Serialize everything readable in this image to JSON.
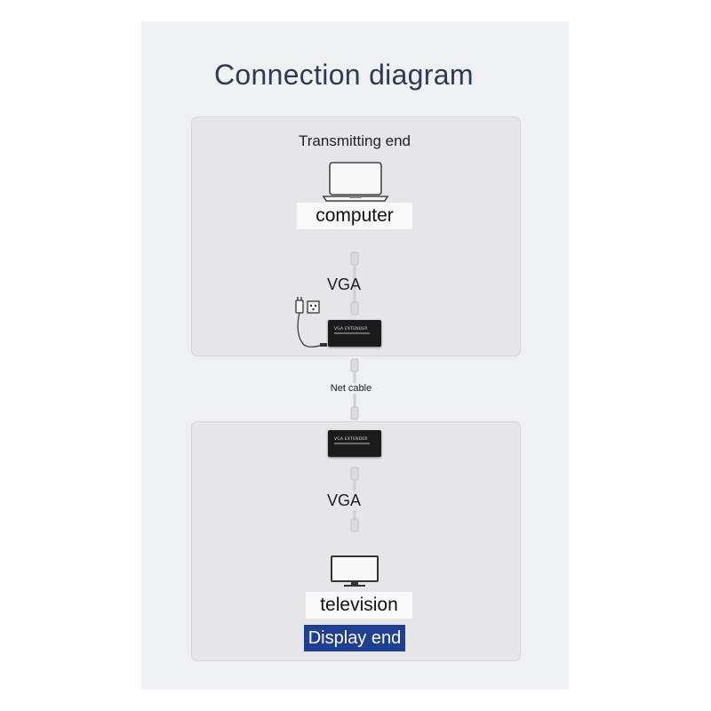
{
  "title": "Connection diagram",
  "transmit": {
    "heading": "Transmitting end",
    "device_label": "computer",
    "cable_label": "VGA",
    "device_icon": "laptop-icon",
    "extender_text": "VGA EXTENDER",
    "power_icon": "power-adapter-icon"
  },
  "link": {
    "cable_label": "Net cable"
  },
  "receive": {
    "extender_text": "VGA EXTENDER",
    "cable_label": "VGA",
    "device_label": "television",
    "device_icon": "monitor-icon",
    "footer": "Display end"
  },
  "colors": {
    "title": "#2f3a54",
    "display_end_bg": "#1f3f93",
    "panel": "#e6e6e8",
    "sheet": "#eff0f2"
  }
}
